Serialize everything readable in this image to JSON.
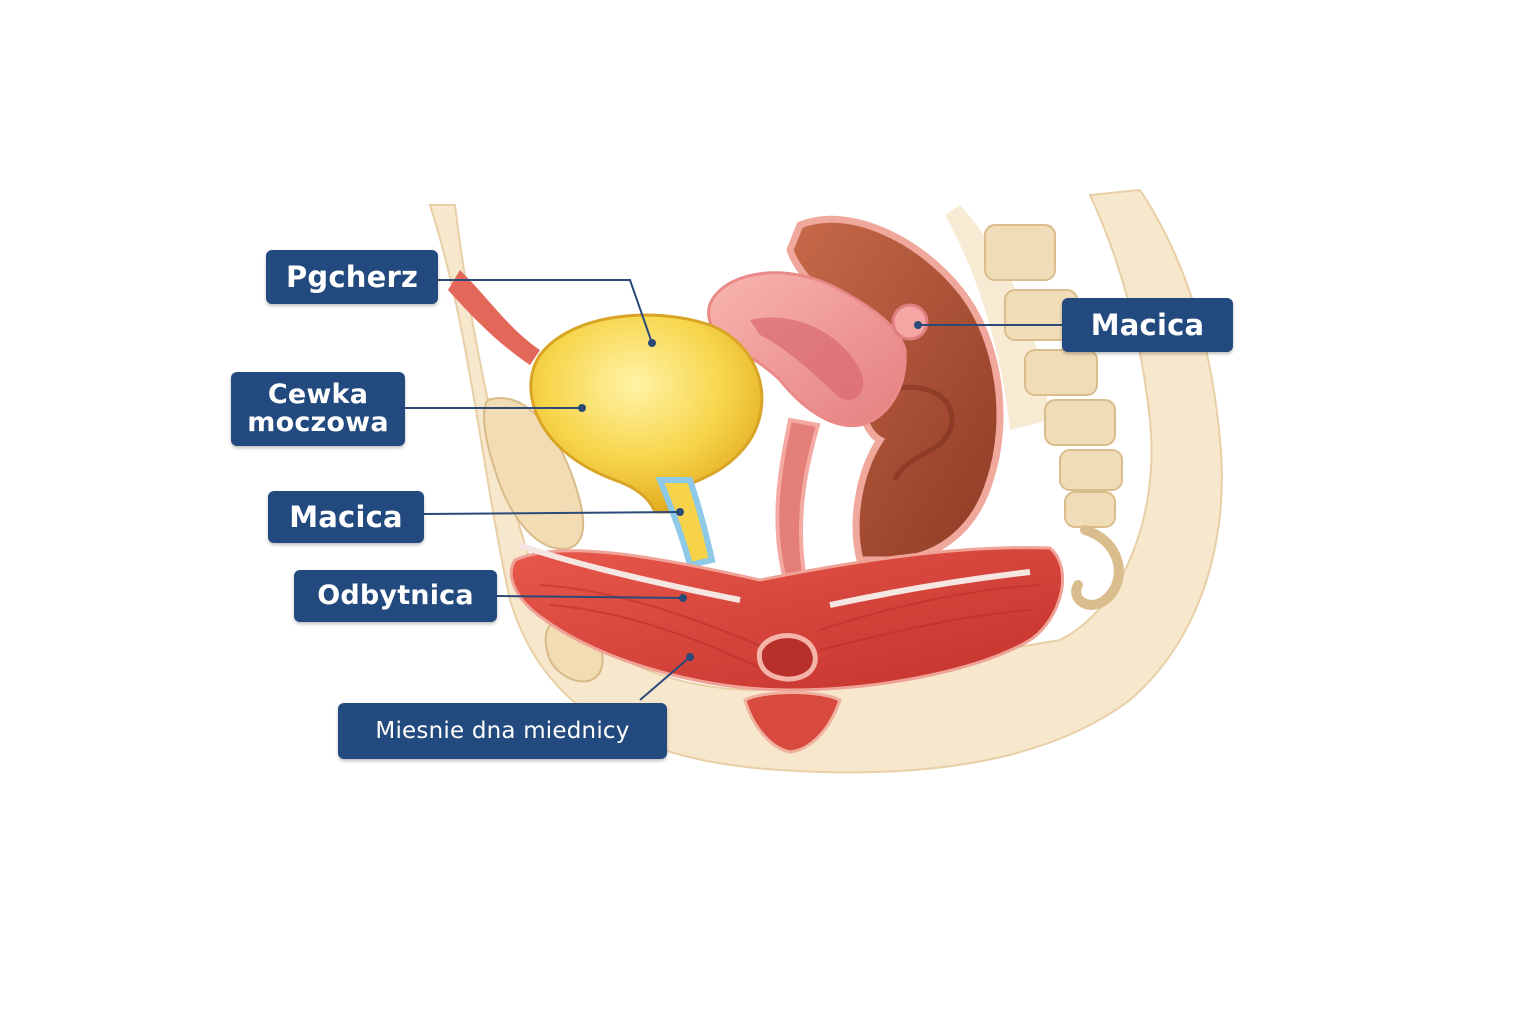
{
  "labels": {
    "bladder": "Pgcherz",
    "urethra_line1": "Cewka",
    "urethra_line2": "moczowa",
    "uterus_left": "Macica",
    "rectum": "Odbytnica",
    "pelvic_floor": "Miesnie dna miednicy",
    "uterus_right": "Macica"
  },
  "colors": {
    "label_bg": "#234a7e",
    "label_text": "#ffffff",
    "leader_line": "#2b4a78",
    "bone": "#f5e2c2",
    "bladder": "#f7d54a",
    "muscle": "#d9433a",
    "uterus": "#f29a9a",
    "rectum": "#a8472f",
    "urethra": "#8ec9e8"
  }
}
